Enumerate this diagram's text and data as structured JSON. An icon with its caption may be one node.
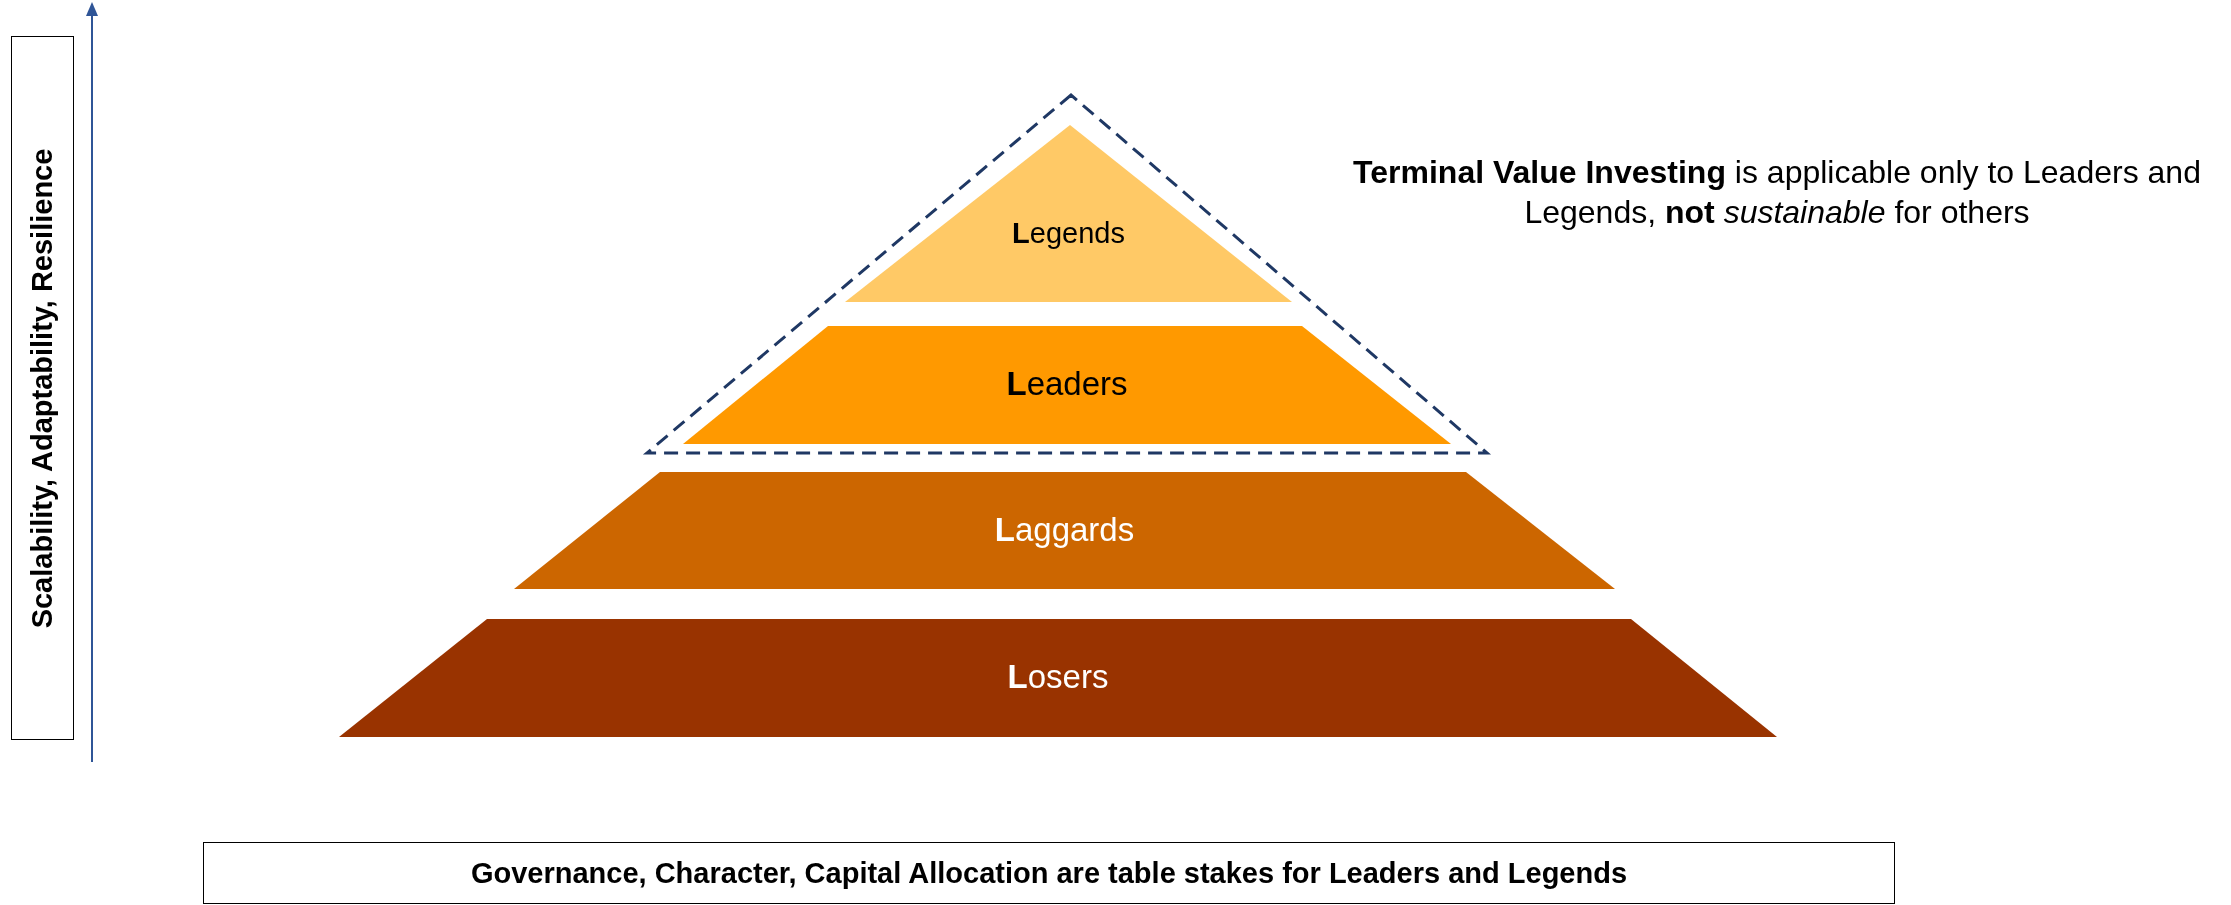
{
  "diagram": {
    "nodes": [
      {
        "text": [
          "Scalability, Adaptability, Resilience"
        ]
      },
      {
        "text": [],
        "shape": "triangle",
        "beside": [
          "**Terminal Value Investing**  is applicable only to Leaders and Legends, **not** *sustainable* for others"
        ]
      },
      {
        "text": [
          "**L**egends"
        ],
        "in": 1
      },
      {
        "text": [
          "**L**eaders"
        ],
        "in": 1
      },
      {
        "text": [
          "**L**aggards"
        ]
      },
      {
        "text": [
          "**L**osers"
        ]
      },
      {
        "text": [
          "Governance, Character, Capital Allocation are table stakes for Leaders and Legends"
        ]
      }
    ],
    "edges": []
  }
}
